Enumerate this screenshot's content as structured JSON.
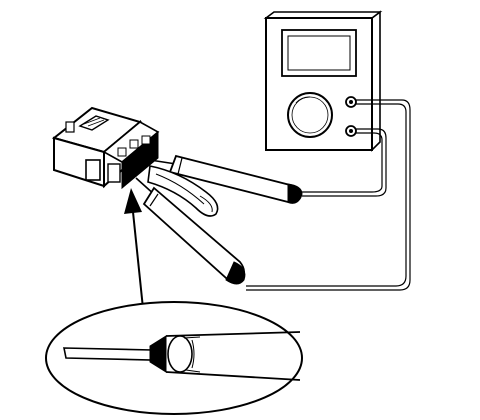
{
  "diagram": {
    "components": [
      {
        "id": "multimeter",
        "icon": "multimeter-icon"
      },
      {
        "id": "connector",
        "icon": "wire-connector-icon"
      },
      {
        "id": "probe-a",
        "icon": "test-probe-icon"
      },
      {
        "id": "probe-b",
        "icon": "test-probe-icon"
      },
      {
        "id": "callout",
        "icon": "magnified-probe-tip-icon"
      }
    ],
    "line_color": "#000000",
    "fill_color": "#ffffff"
  }
}
